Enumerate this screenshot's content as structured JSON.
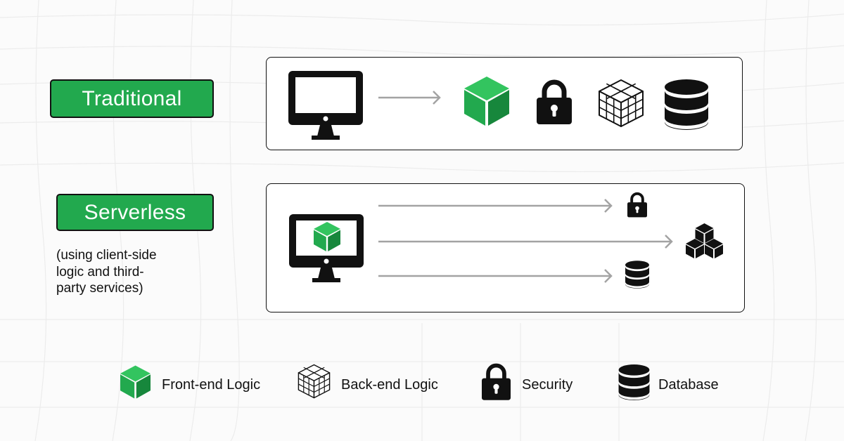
{
  "architectures": {
    "traditional": {
      "label": "Traditional"
    },
    "serverless": {
      "label": "Serverless",
      "note": "(using client-side logic and third-party services)",
      "note_lines": [
        "(using client-side",
        "logic and third-",
        "party services)"
      ]
    }
  },
  "legend": [
    {
      "icon": "green-cube-icon",
      "label": "Front-end Logic"
    },
    {
      "icon": "grid-cube-icon",
      "label": "Back-end Logic"
    },
    {
      "icon": "padlock-icon",
      "label": "Security"
    },
    {
      "icon": "database-icon",
      "label": "Database"
    }
  ],
  "colors": {
    "accent_green": "#22a94e",
    "accent_green_light": "#33c45f",
    "accent_green_dark": "#17873c",
    "arrow_gray": "#a3a3a3",
    "ink": "#111111",
    "background": "#fbfbfb"
  }
}
